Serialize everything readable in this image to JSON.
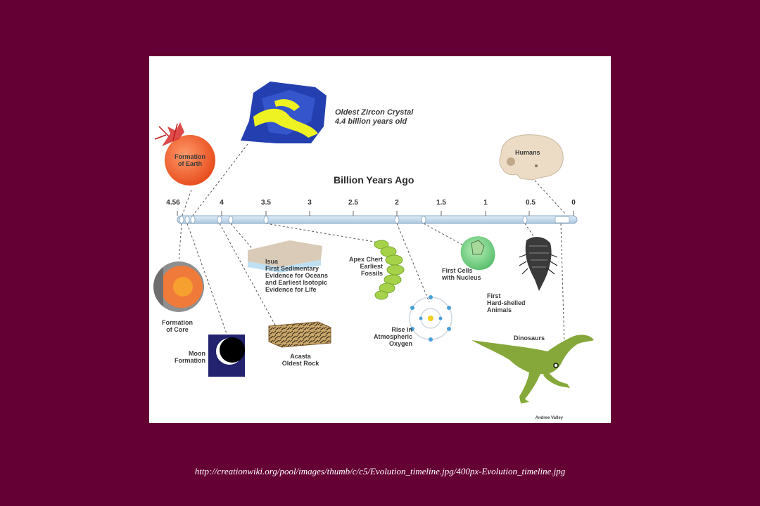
{
  "slide": {
    "background": "#650035",
    "source_url": "http://creationwiki.org/pool/images/thumb/c/c5/Evolution_timeline.jpg/400px-Evolution_timeline.jpg"
  },
  "diagram": {
    "axis_title": "Billion Years Ago",
    "ticks": [
      "4.56",
      "4",
      "3.5",
      "3",
      "2.5",
      "2",
      "1.5",
      "1",
      "0.5",
      "0"
    ],
    "events": {
      "zircon": "Oldest Zircon Crystal\n4.4 billion years old",
      "earth": "Formation\nof Earth",
      "humans": "Humans",
      "core": "Formation\nof Core",
      "moon": "Moon\nFormation",
      "isua": "Isua\nFirst Sedimentary\nEvidence for Oceans\nand Earliest Isotopic\nEvidence for Life",
      "acasta": "Acasta\nOldest Rock",
      "apex": "Apex Chert\nEarliest\nFossils",
      "oxygen": "Rise in\nAtmospheric\nOxygen",
      "cells": "First Cells\nwith Nucleus",
      "shelled": "First\nHard-shelled\nAnimals",
      "dinosaurs": "Dinosaurs"
    },
    "credit": "Andree Valley",
    "colors": {
      "earth": "#f06030",
      "zircon_blue": "#2233aa",
      "zircon_yellow": "#eeee22",
      "timeline": "#c5dcec",
      "worm": "#a6d24a",
      "cell": "#7fd68a",
      "dinosaur": "#86a83a",
      "moon_box": "#22226e"
    }
  }
}
